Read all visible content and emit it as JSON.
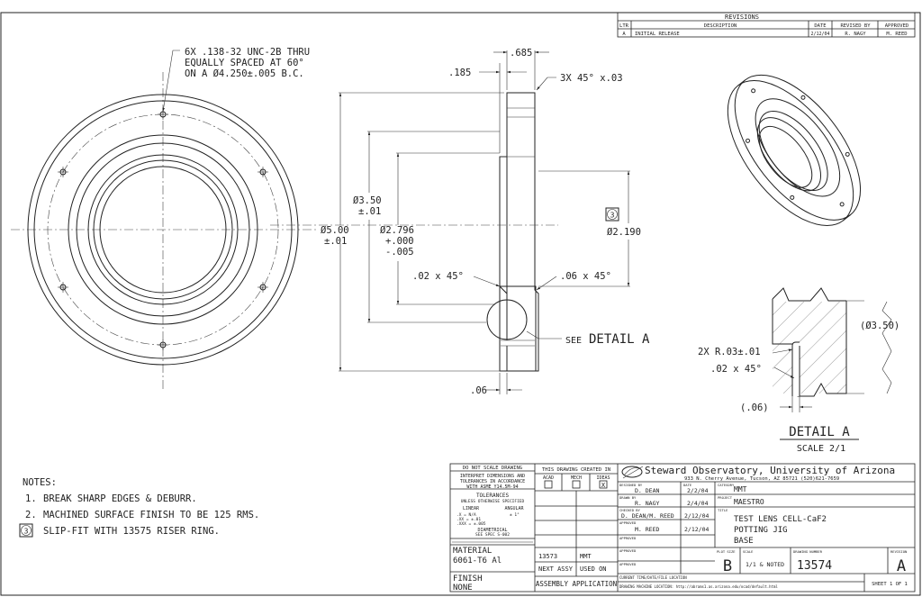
{
  "revisions": {
    "title": "REVISIONS",
    "headers": [
      "LTR",
      "DESCRIPTION",
      "DATE",
      "REVISED BY",
      "APPROVED"
    ],
    "rows": [
      [
        "A",
        "INITIAL RELEASE",
        "2/12/04",
        "R. NAGY",
        "M. REED"
      ]
    ]
  },
  "front_view": {
    "hole_note": [
      "6X .138-32 UNC-2B THRU",
      "EQUALLY SPACED AT 60°",
      "ON A Ø4.250±.005 B.C."
    ]
  },
  "section_view": {
    "dim_685": ".685",
    "dim_185": ".185",
    "chamfer_top": "3X 45° x.03",
    "dia_350": [
      "Ø3.50",
      "±.01"
    ],
    "dia_500": [
      "Ø5.00",
      "±.01"
    ],
    "dia_2796": [
      "Ø2.796",
      "+.000",
      "-.005"
    ],
    "note_ref": "3",
    "dia_2190": "Ø2.190",
    "chamfer_02": ".02 x 45°",
    "chamfer_06": ".06 x 45°",
    "see_label": "SEE",
    "detail_label": "DETAIL A",
    "dim_06": ".06"
  },
  "detail_view": {
    "dia_ref": "(Ø3.50)",
    "radius": "2X R.03±.01",
    "chamfer": ".02 x 45°",
    "ref_06": "(.06)",
    "title": "DETAIL A",
    "scale": "SCALE 2/1"
  },
  "notes": {
    "heading": "NOTES:",
    "items": [
      {
        "num": "1.",
        "text": "BREAK SHARP EDGES & DEBURR."
      },
      {
        "num": "2.",
        "text": "MACHINED SURFACE FINISH TO BE 125 RMS."
      },
      {
        "num": "3",
        "text": "SLIP-FIT WITH 13575 RISER RING."
      }
    ]
  },
  "title_block": {
    "do_not_scale": "DO NOT SCALE DRAWING",
    "interpret": [
      "INTERPRET DIMENSIONS AND",
      "TOLERANCES IN ACCORDANCE",
      "WITH ASME Y14.5M-94"
    ],
    "tolerances": "TOLERANCES",
    "unless": "UNLESS OTHERWISE SPECIFIED",
    "linear": "LINEAR",
    "angular": "ANGULAR",
    "tol_rows": [
      ".X = N/A",
      ".XX = ±.01",
      ".XXX = ±.005"
    ],
    "tol_ang": "± 1°",
    "diametrical": "DIAMETRICAL",
    "see_spec": "SEE SPEC S-002",
    "material_label": "MATERIAL",
    "material": "6061-T6 Al",
    "finish_label": "FINISH",
    "finish": "NONE",
    "created_in": "THIS DRAWING CREATED IN",
    "cad_opts": [
      "ACAD",
      "MECH",
      "IDEAS"
    ],
    "cad_mark": "X",
    "org": "Steward Observatory, University of Arizona",
    "address": "933 N. Cherry Avenue, Tucson, AZ 85721 (520)621-7659",
    "roles": [
      {
        "label": "DESIGNED BY",
        "name": "D. DEAN",
        "date": "2/2/04"
      },
      {
        "label": "DRAWN BY",
        "name": "R. NAGY",
        "date": "2/4/04"
      },
      {
        "label": "CHECKED BY",
        "name": "D. DEAN/M. REED",
        "date": "2/12/04"
      },
      {
        "label": "APPROVED",
        "name": "M. REED",
        "date": "2/12/04"
      },
      {
        "label": "APPROVED",
        "name": "",
        "date": ""
      },
      {
        "label": "APPROVED",
        "name": "",
        "date": ""
      },
      {
        "label": "APPROVED",
        "name": "",
        "date": ""
      }
    ],
    "date_label": "DATE",
    "category_label": "CATEGORY",
    "category": "MMT",
    "project_label": "PROJECT",
    "project": "MAESTRO",
    "title_label": "TITLE",
    "title": [
      "TEST LENS CELL-CaF2",
      "POTTING JIG",
      "BASE"
    ],
    "next_assy_val": "13573",
    "used_on_val": "MMT",
    "next_assy": "NEXT ASSY",
    "used_on": "USED ON",
    "application": "ASSEMBLY APPLICATION",
    "plot_size_label": "PLOT SIZE",
    "plot_size": "B",
    "scale_label": "SCALE",
    "scale": "1/1 & NOTED",
    "dwg_no_label": "DRAWING NUMBER",
    "dwg_no": "13574",
    "rev_label": "REVISION",
    "rev": "A",
    "current_time": "CURRENT TIME/DATE/FILE LOCATION",
    "machine_loc": "DRAWING MACHINE LOCATION: http://abrams1.as.arizona.edu/ocad/default.html",
    "sheet": "SHEET 1 OF 1"
  }
}
